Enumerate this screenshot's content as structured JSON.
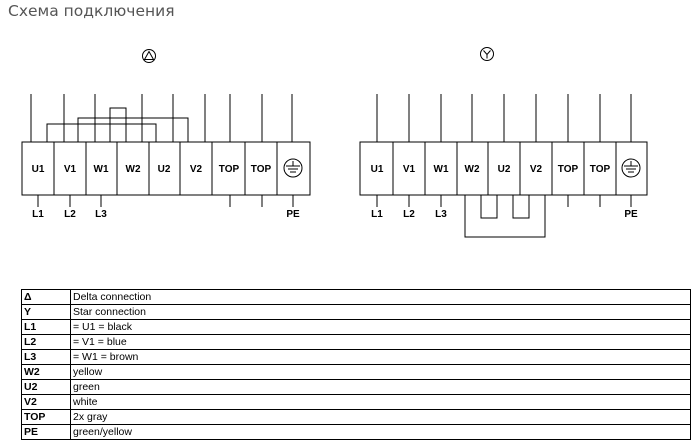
{
  "title": "Схема подключения",
  "delta_block": {
    "symbol": "Δ",
    "terminals": [
      "U1",
      "V1",
      "W1",
      "W2",
      "U2",
      "V2",
      "TOP",
      "TOP"
    ],
    "bottom_labels": [
      "L1",
      "L2",
      "L3",
      "PE"
    ]
  },
  "star_block": {
    "symbol": "Y",
    "terminals": [
      "U1",
      "V1",
      "W1",
      "W2",
      "U2",
      "V2",
      "TOP",
      "TOP"
    ],
    "bottom_labels": [
      "L1",
      "L2",
      "L3",
      "PE"
    ]
  },
  "legend": [
    {
      "symbol": "Δ",
      "description": "Delta connection"
    },
    {
      "symbol": "Y",
      "description": "Star connection"
    },
    {
      "symbol": "L1",
      "description": "= U1 = black"
    },
    {
      "symbol": "L2",
      "description": "= V1 = blue"
    },
    {
      "symbol": "L3",
      "description": "= W1 = brown"
    },
    {
      "symbol": "W2",
      "description": "yellow"
    },
    {
      "symbol": "U2",
      "description": "green"
    },
    {
      "symbol": "V2",
      "description": "white"
    },
    {
      "symbol": "TOP",
      "description": "2x gray"
    },
    {
      "symbol": "PE",
      "description": "green/yellow"
    }
  ]
}
